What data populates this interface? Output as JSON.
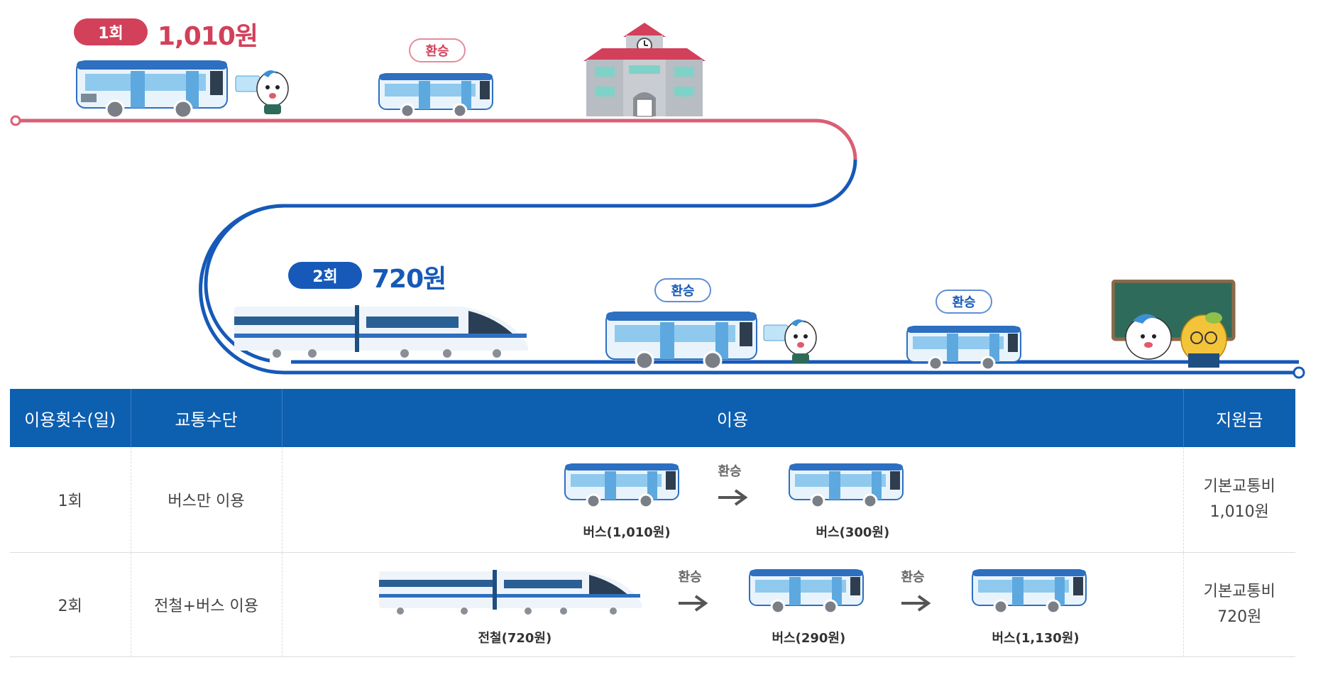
{
  "route": {
    "trip1": {
      "count": "1회",
      "fare": "1,010원"
    },
    "trip2": {
      "count": "2회",
      "fare": "720원"
    },
    "transfer_label": "환승"
  },
  "colors": {
    "red": "#d2405a",
    "blue": "#1659b8",
    "header": "#0d5fb0"
  },
  "icons": [
    "bus-icon",
    "train-icon",
    "school-icon",
    "mascot-icon",
    "blackboard-icon",
    "arrow-right-icon"
  ],
  "table": {
    "headers": [
      "이용횟수(일)",
      "교통수단",
      "이용",
      "지원금"
    ],
    "rows": [
      {
        "count": "1회",
        "mode": "버스만 이용",
        "steps": [
          "버스(1,010원)",
          "버스(300원)"
        ],
        "transfer": "환승",
        "subsidy_line1": "기본교통비",
        "subsidy_line2": "1,010원"
      },
      {
        "count": "2회",
        "mode": "전철+버스 이용",
        "steps": [
          "전철(720원)",
          "버스(290원)",
          "버스(1,130원)"
        ],
        "transfer": "환승",
        "subsidy_line1": "기본교통비",
        "subsidy_line2": "720원"
      }
    ]
  }
}
